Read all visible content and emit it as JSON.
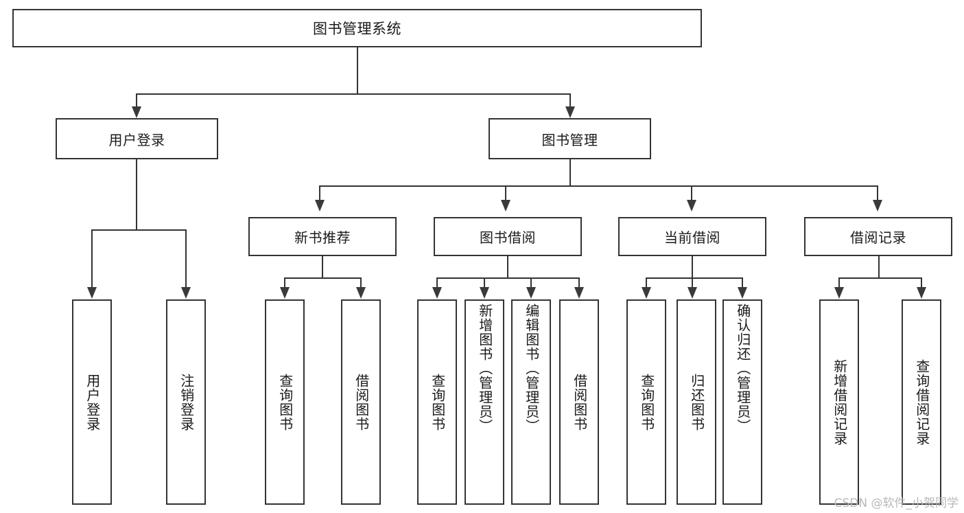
{
  "diagram": {
    "title": "图书管理系统",
    "watermark": "CSDN @软件_小贺同学"
  },
  "root": {
    "label": "图书管理系统"
  },
  "level2": [
    {
      "label": "用户登录"
    },
    {
      "label": "图书管理"
    }
  ],
  "level3": [
    {
      "label": "新书推荐"
    },
    {
      "label": "图书借阅"
    },
    {
      "label": "当前借阅"
    },
    {
      "label": "借阅记录"
    }
  ],
  "leaves": {
    "user_login": [
      {
        "label": "用户登录"
      },
      {
        "label": "注销登录"
      }
    ],
    "new_book": [
      {
        "label": "查询图书"
      },
      {
        "label": "借阅图书"
      }
    ],
    "book_borrow": [
      {
        "label": "查询图书"
      },
      {
        "label": "新增图书（管理员）"
      },
      {
        "label": "编辑图书（管理员）"
      },
      {
        "label": "借阅图书"
      }
    ],
    "current_borrow": [
      {
        "label": "查询图书"
      },
      {
        "label": "归还图书"
      },
      {
        "label": "确认归还（管理员）"
      }
    ],
    "borrow_record": [
      {
        "label": "新增借阅记录"
      },
      {
        "label": "查询借阅记录"
      }
    ]
  },
  "colors": {
    "stroke": "#333333",
    "fill": "#ffffff",
    "text": "#1a1a1a",
    "watermark": "#b8b8b8"
  }
}
